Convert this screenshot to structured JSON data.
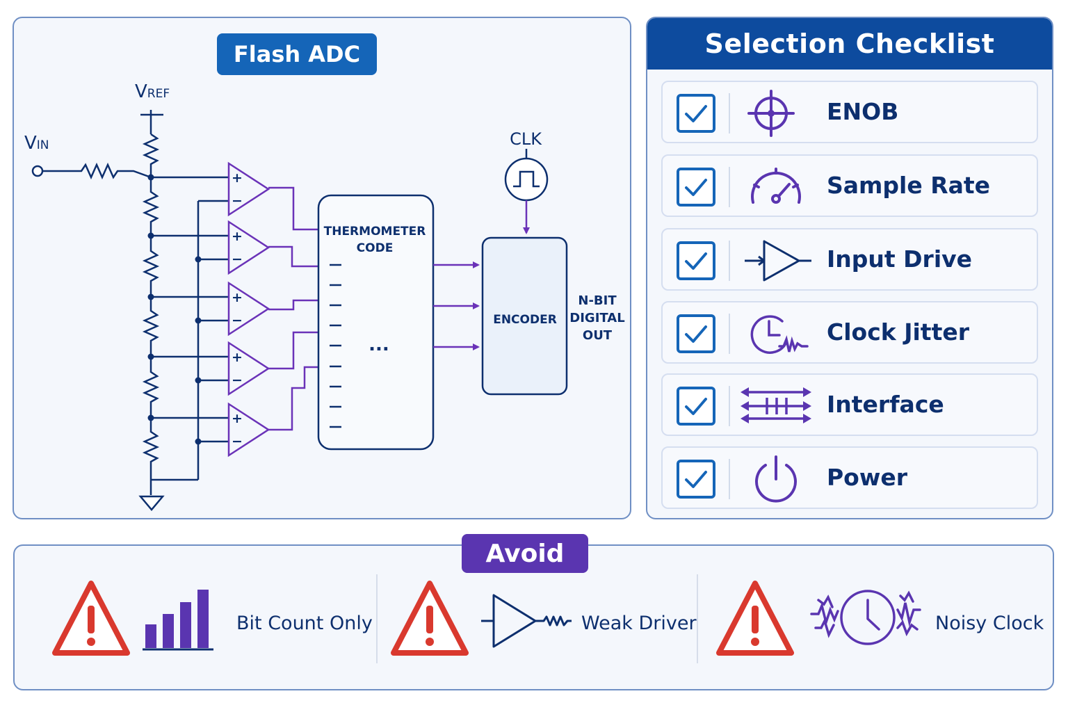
{
  "flash_adc": {
    "title": "Flash ADC",
    "vref_main": "V",
    "vref_sub": "REF",
    "vin_main": "V",
    "vin_sub": "IN",
    "clk_label": "CLK",
    "thermometer_line1": "THERMOMETER",
    "thermometer_line2": "CODE",
    "ellipsis": "...",
    "encoder_label": "ENCODER",
    "output_line1": "N-BIT",
    "output_line2": "DIGITAL",
    "output_line3": "OUT",
    "plus_sign": "+",
    "minus_sign": "−"
  },
  "checklist": {
    "title": "Selection Checklist",
    "items": [
      {
        "label": "ENOB",
        "icon": "crosshair-icon"
      },
      {
        "label": "Sample Rate",
        "icon": "gauge-icon"
      },
      {
        "label": "Input Drive",
        "icon": "amplifier-icon"
      },
      {
        "label": "Clock Jitter",
        "icon": "clock-jitter-icon"
      },
      {
        "label": "Interface",
        "icon": "bus-arrows-icon"
      },
      {
        "label": "Power",
        "icon": "power-icon"
      }
    ]
  },
  "avoid": {
    "title": "Avoid",
    "items": [
      {
        "label": "Bit Count Only",
        "icon": "bar-chart-icon"
      },
      {
        "label": "Weak Driver",
        "icon": "weak-amplifier-icon"
      },
      {
        "label": "Noisy Clock",
        "icon": "noisy-clock-icon"
      }
    ]
  },
  "colors": {
    "navy": "#0d2f6e",
    "blue": "#1565b8",
    "purple": "#5a35b0",
    "warning_red": "#d9392e"
  }
}
